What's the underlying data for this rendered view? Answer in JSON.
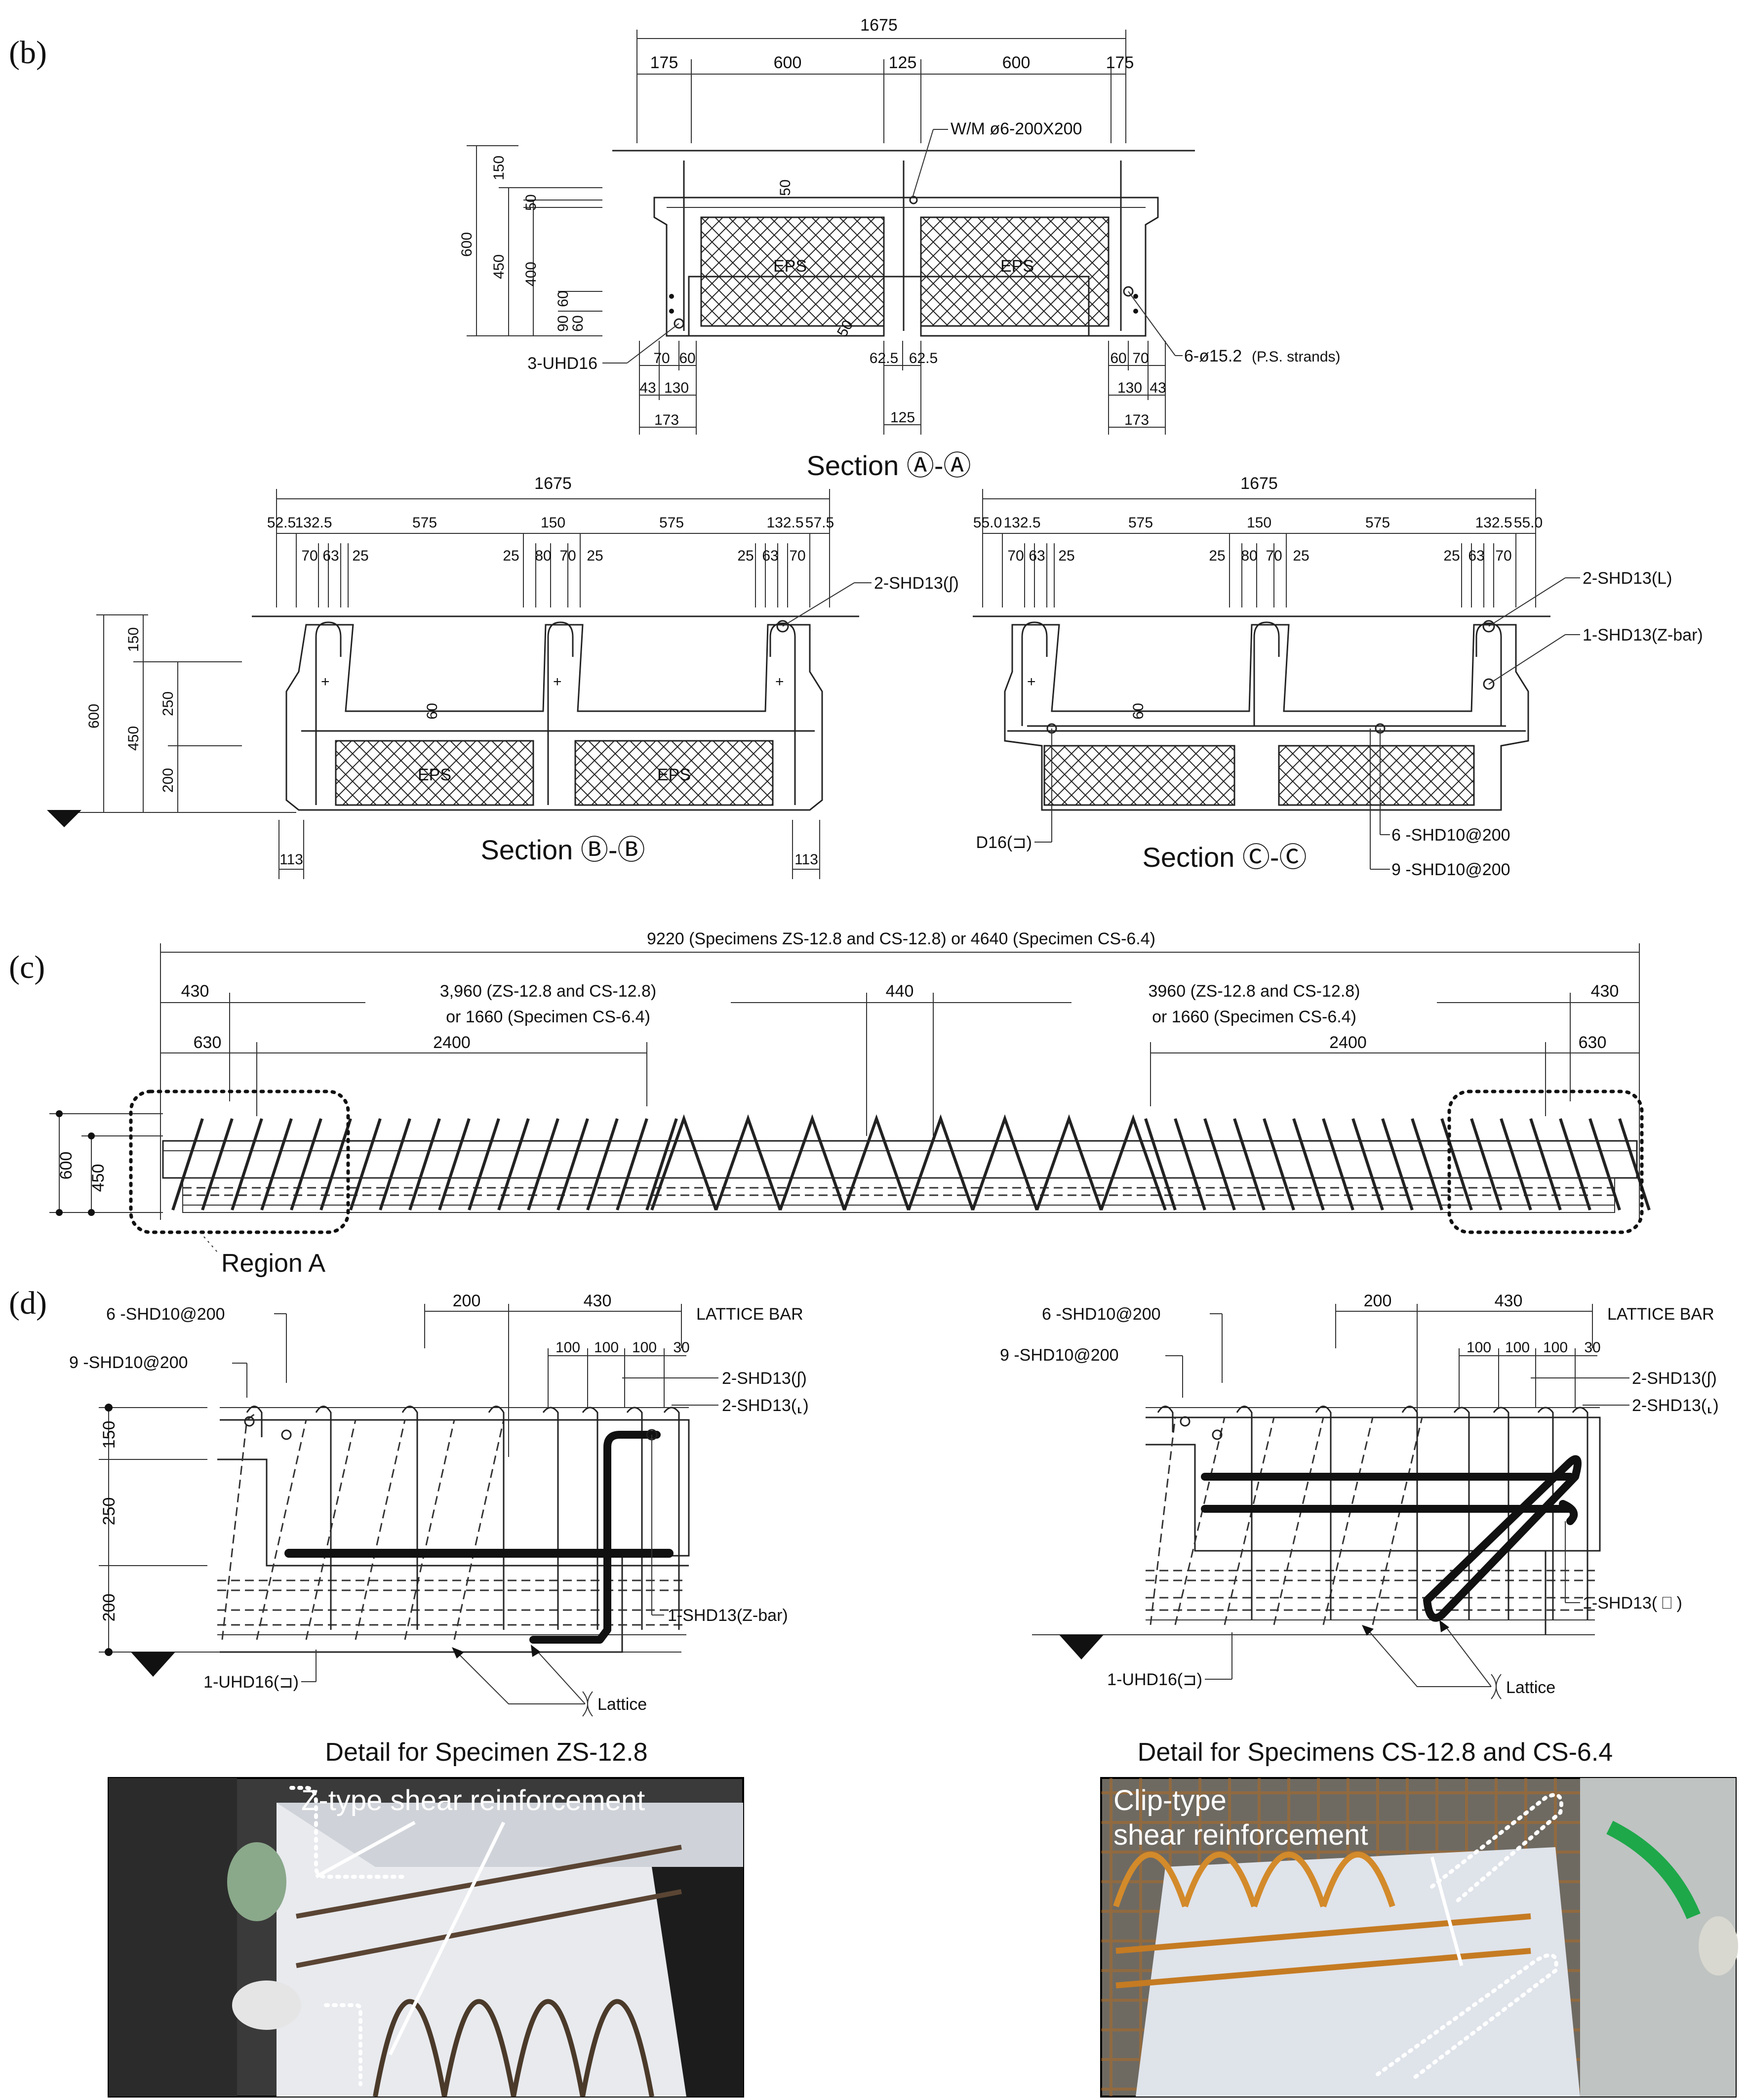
{
  "panels": {
    "b": "(b)",
    "c": "(c)",
    "d": "(d)"
  },
  "sectionAA": {
    "title": "Section Ⓐ-Ⓐ",
    "overall": "1675",
    "top_dims": [
      "175",
      "600",
      "125",
      "600",
      "175"
    ],
    "mesh": "W/M ø6-200X200",
    "left_dims": [
      "600",
      "150",
      "450",
      "50",
      "400",
      "60",
      "90",
      "60"
    ],
    "eps": [
      "EPS",
      "EPS"
    ],
    "rebar_left": "3-UHD16",
    "strands": "6-ø15.2",
    "strands_note": "(P.S. strands)",
    "bottom_left": [
      "70",
      "60",
      "43",
      "130",
      "173"
    ],
    "bottom_mid": [
      "62.5",
      "62.5",
      "125"
    ],
    "bottom_right": [
      "60",
      "70",
      "130",
      "43",
      "173"
    ],
    "inner": [
      "50",
      "50"
    ]
  },
  "sectionBB": {
    "title": "Section Ⓑ-Ⓑ",
    "overall": "1675",
    "dims1": [
      "52.5",
      "132.5",
      "575",
      "150",
      "575",
      "132.5",
      "57.5"
    ],
    "dims2": [
      "70",
      "63",
      "25",
      "25",
      "80",
      "70",
      "25",
      "25",
      "63",
      "70"
    ],
    "left_dims": [
      "600",
      "150",
      "450",
      "250",
      "200"
    ],
    "rebar": "2-SHD13(∫)",
    "eps": [
      "EPS",
      "EPS"
    ],
    "inner": "60",
    "bottom": [
      "113",
      "113"
    ]
  },
  "sectionCC": {
    "title": "Section Ⓒ-Ⓒ",
    "overall": "1675",
    "dims1": [
      "55.0",
      "132.5",
      "575",
      "150",
      "575",
      "132.5",
      "55.0"
    ],
    "dims2": [
      "70",
      "63",
      "25",
      "25",
      "80",
      "70",
      "25",
      "25",
      "63",
      "70"
    ],
    "rebar1": "2-SHD13(L)",
    "rebar2": "1-SHD13(Z-bar)",
    "d16": "D16(⊐)",
    "shd1": "6 -SHD10@200",
    "shd2": "9 -SHD10@200",
    "inner": "60"
  },
  "elevation": {
    "overall": "9220 (Specimens ZS-12.8 and CS-12.8) or 4640 (Specimen CS-6.4)",
    "left_end": "430",
    "left_mid_1": "3,960 (ZS-12.8 and CS-12.8)",
    "left_mid_2": "or 1660 (Specimen CS-6.4)",
    "center": "440",
    "right_mid_1": "3960 (ZS-12.8 and CS-12.8)",
    "right_mid_2": "or 1660 (Specimen CS-6.4)",
    "right_end": "430",
    "left_630": "630",
    "left_2400": "2400",
    "right_2400": "2400",
    "right_630": "630",
    "height_600": "600",
    "height_450": "450",
    "region": "Region A"
  },
  "detailZS": {
    "shd6": "6 -SHD10@200",
    "shd9": "9 -SHD10@200",
    "dim200": "200",
    "dim430": "430",
    "lattice_bar": "LATTICE BAR",
    "spacing": [
      "100",
      "100",
      "100",
      "30"
    ],
    "r1": "2-SHD13(∫)",
    "r2": "2-SHD13(⸤)",
    "zbar": "1-SHD13(Z-bar)",
    "uhd": "1-UHD16(⊐)",
    "lattice": "Lattice",
    "vdims": [
      "150",
      "250",
      "200"
    ],
    "caption": "Detail for Specimen ZS-12.8"
  },
  "detailCS": {
    "shd6": "6 -SHD10@200",
    "shd9": "9 -SHD10@200",
    "dim200": "200",
    "dim430": "430",
    "lattice_bar": "LATTICE BAR",
    "spacing": [
      "100",
      "100",
      "100",
      "30"
    ],
    "r1": "2-SHD13(∫)",
    "r2": "2-SHD13(⸤)",
    "clip": "1-SHD13( ⎕ )",
    "uhd": "1-UHD16(⊐)",
    "lattice": "Lattice",
    "caption": "Detail for Specimens CS-12.8 and CS-6.4"
  },
  "photos": {
    "left_label": "Z-type shear reinforcement",
    "right_label_1": "Clip-type",
    "right_label_2": "shear reinforcement"
  }
}
